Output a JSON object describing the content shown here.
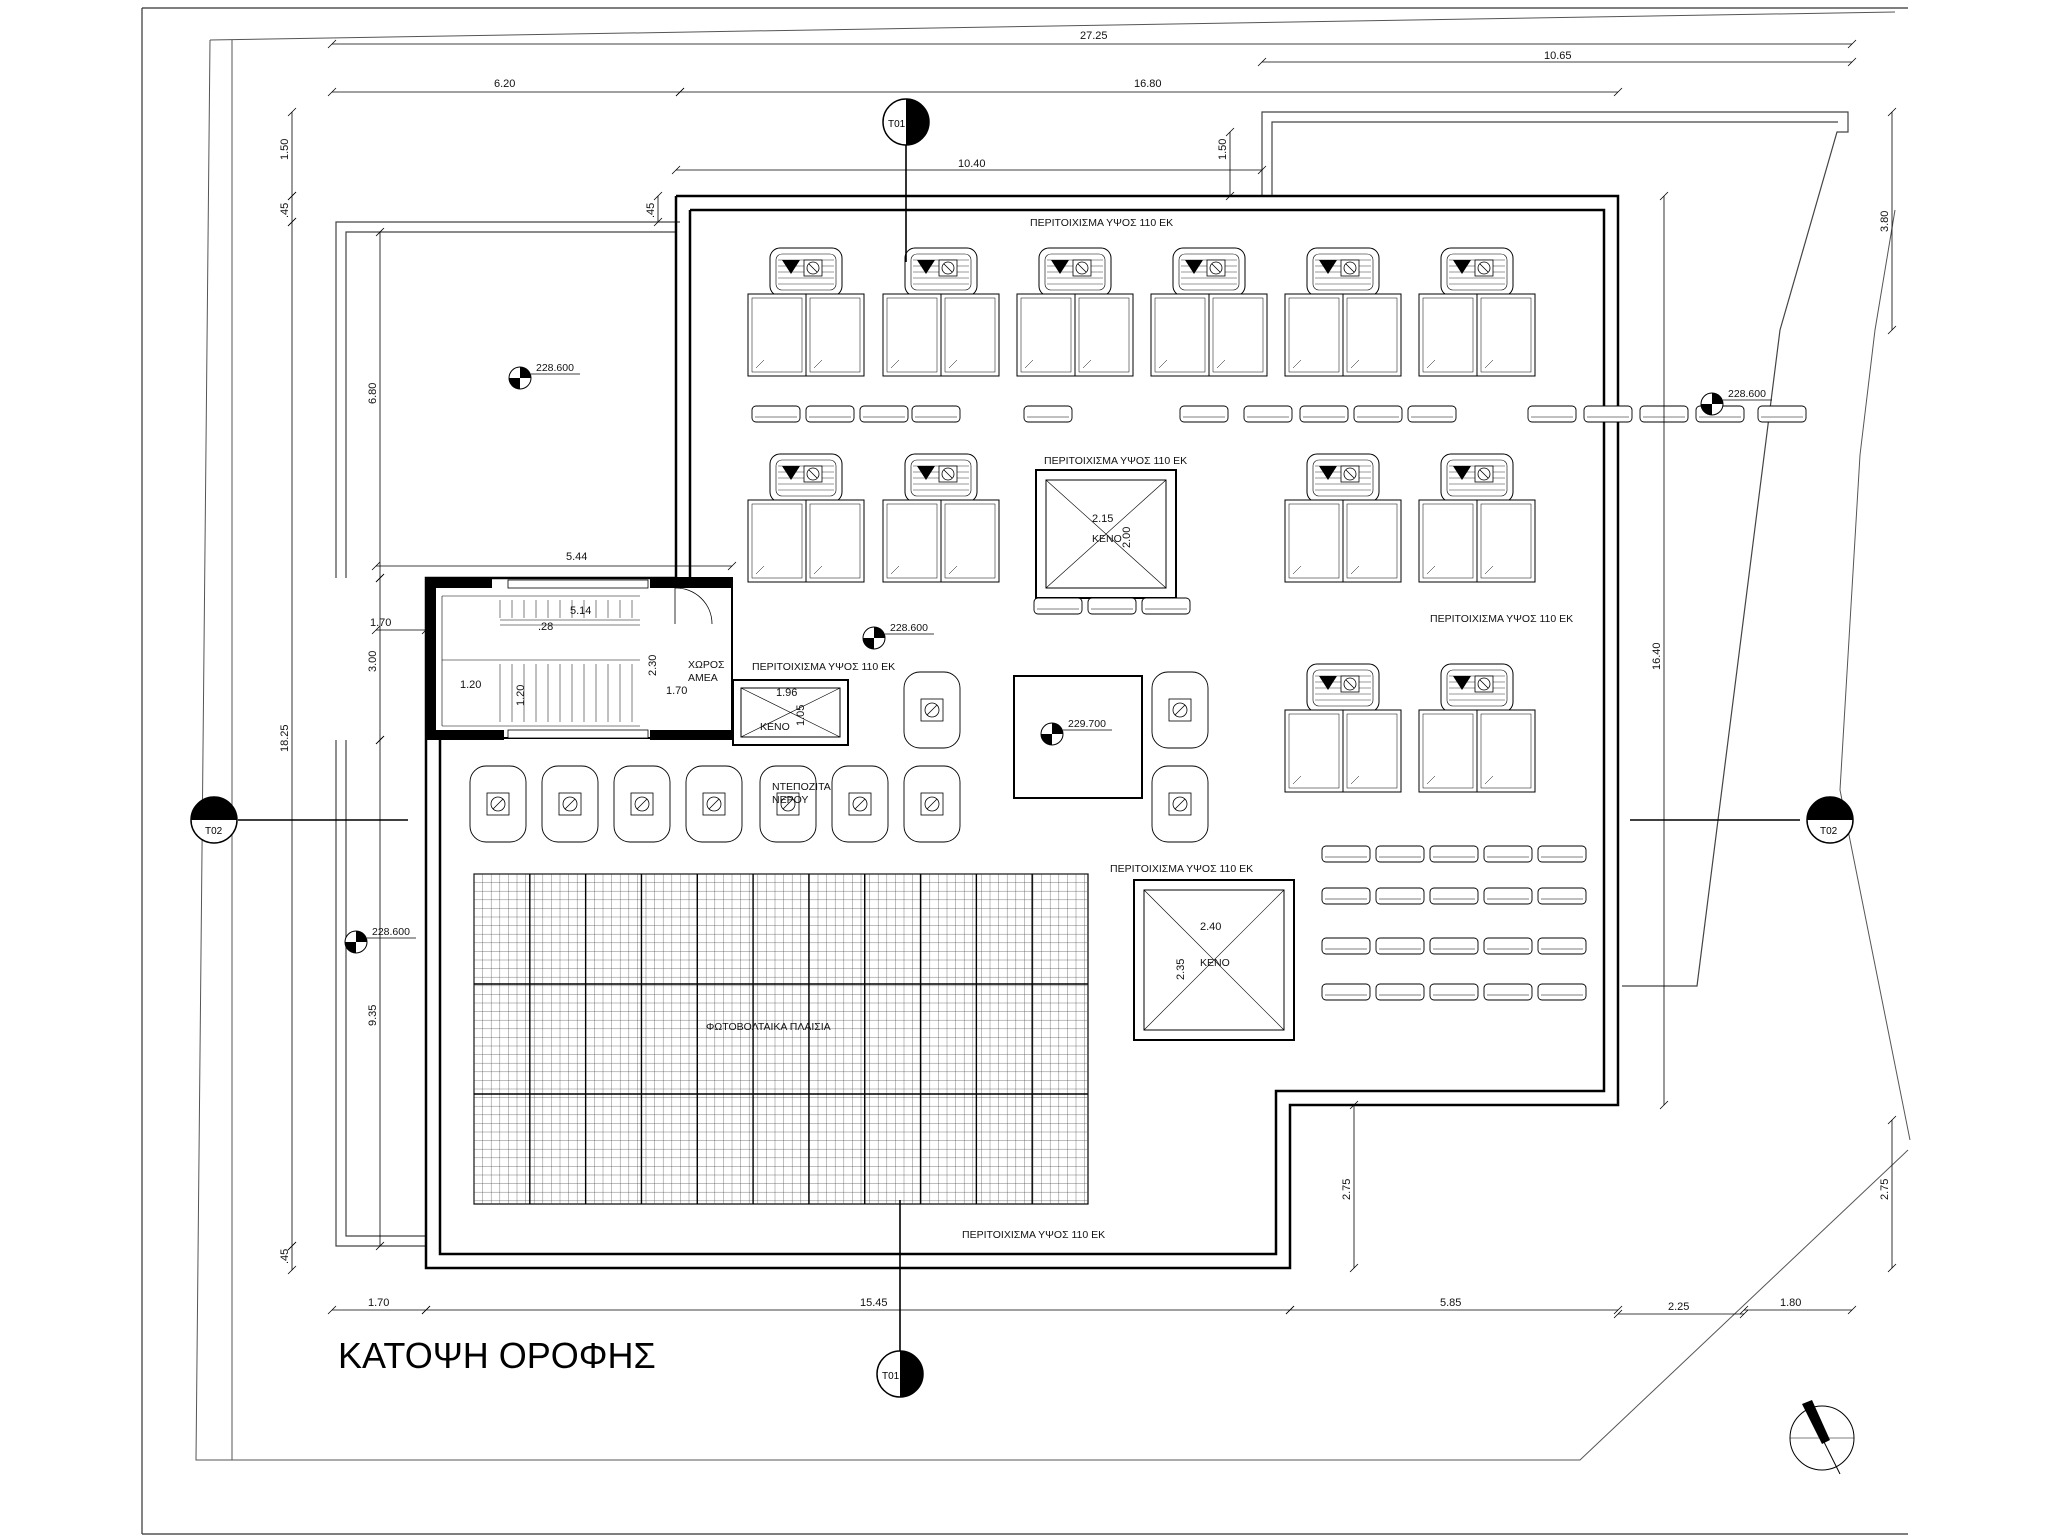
{
  "drawing": {
    "title": "ΚΑΤΟΨΗ ΟΡΟΦΗΣ"
  },
  "dimensions": {
    "overall_width": "27.25",
    "right_part": "10.65",
    "left_part": "6.20",
    "center_part": "16.80",
    "inner_top": "10.40",
    "left_top_offset": "1.50",
    "left_small_offset": ".45",
    "parapet_offset": ".45",
    "right_top_offset": "1.50",
    "right_edge_top": "3.80",
    "left_upper_depth": "6.80",
    "left_total_depth": "18.25",
    "left_lower_depth": "9.35",
    "left_bottom_offset": ".45",
    "stair_block_width": "5.44",
    "stair_offset": "1.70",
    "stair_depth": "3.00",
    "stair_run": "5.14",
    "stair_landing": ".28",
    "stair_width": "1.20",
    "stair_height": "1.20",
    "accessible_depth": "2.30",
    "accessible_width": "1.70",
    "void1_width": "1.96",
    "void1_depth": "1.05",
    "void2_width": "2.15",
    "void2_depth": "2.00",
    "void3_width": "2.40",
    "void3_depth": "2.35",
    "right_depth": "16.40",
    "notch_depth": "2.75",
    "right_edge_bottom": "2.75",
    "bottom_left": "1.70",
    "bottom_main": "15.45",
    "bottom_right": "5.85",
    "bottom_ext1": "2.25",
    "bottom_ext2": "1.80"
  },
  "labels": {
    "parapet_top": "ΠΕΡΙΤΟΙΧΙΣΜΑ ΥΨΟΣ 110 ΕΚ",
    "parapet_void2": "ΠΕΡΙΤΟΙΧΙΣΜΑ ΥΨΟΣ 110 ΕΚ",
    "parapet_right": "ΠΕΡΙΤΟΙΧΙΣΜΑ ΥΨΟΣ 110 ΕΚ",
    "parapet_void1": "ΠΕΡΙΤΟΙΧΙΣΜΑ ΥΨΟΣ 110 ΕΚ",
    "parapet_void3": "ΠΕΡΙΤΟΙΧΙΣΜΑ ΥΨΟΣ 110 ΕΚ",
    "parapet_bottom": "ΠΕΡΙΤΟΙΧΙΣΜΑ ΥΨΟΣ 110 ΕΚ",
    "void": "ΚΕΝΟ",
    "accessible_1": "ΧΩΡΟΣ",
    "accessible_2": "ΑΜΕΑ",
    "water_tanks_1": "ΝΤΕΠΟΖΙΤΑ",
    "water_tanks_2": "ΝΕΡΟΥ",
    "solar_panels": "ΦΩΤΟΒΟΛΤΑΙΚΑ ΠΛΑΙΣΙΑ"
  },
  "levels": {
    "left_upper": "228.600",
    "right": "228.600",
    "center": "228.600",
    "raised": "229.700",
    "left_lower": "228.600"
  },
  "section_markers": {
    "top": "T01",
    "bottom": "T01",
    "left": "T02",
    "right": "T02"
  },
  "icons": {
    "north_arrow": "north-arrow-icon",
    "level_marker": "level-marker-icon",
    "section_marker": "section-marker-icon",
    "solar_heater": "solar-water-heater-icon",
    "water_tank": "water-tank-icon",
    "ac_unit": "ac-unit-icon"
  }
}
